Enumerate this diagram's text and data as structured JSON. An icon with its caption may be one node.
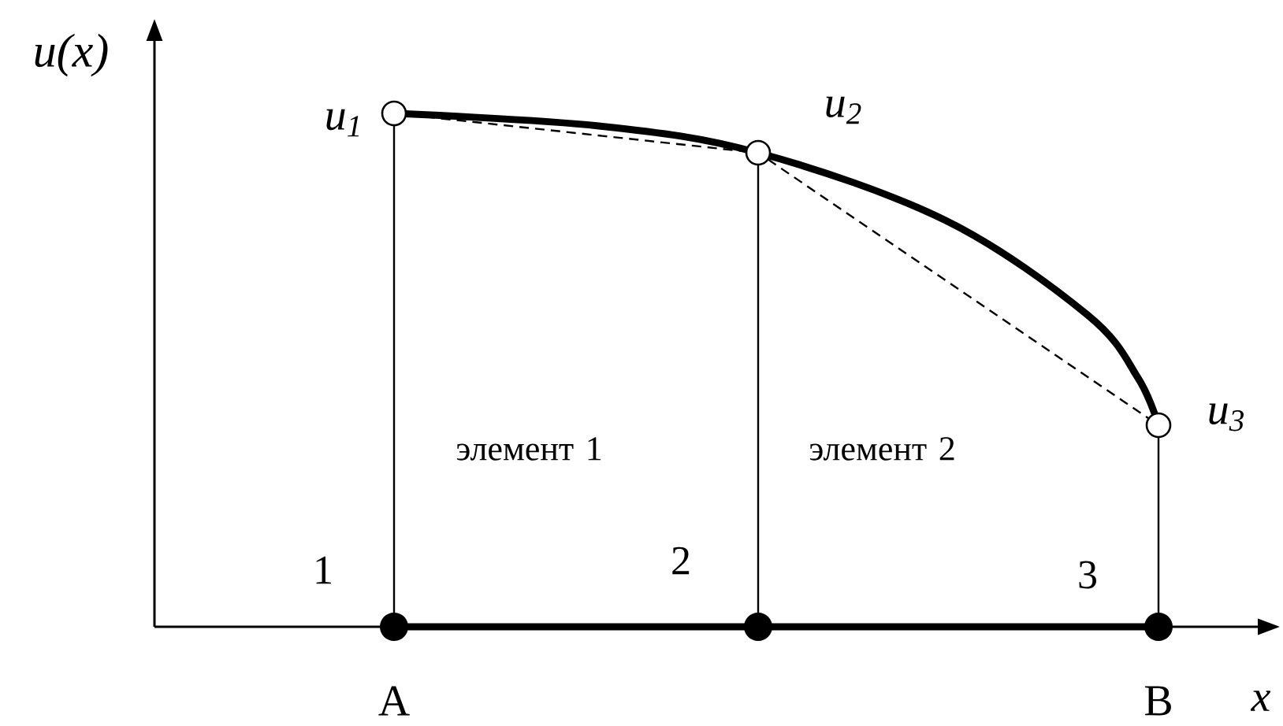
{
  "diagram": {
    "labels": [
      "u(x)",
      "u$_{1}$",
      "u$_{2}$",
      "u$_{3}$",
      "элемент 1",
      "элемент 2",
      "1",
      "2",
      "3",
      "A",
      "B",
      "x"
    ]
  }
}
